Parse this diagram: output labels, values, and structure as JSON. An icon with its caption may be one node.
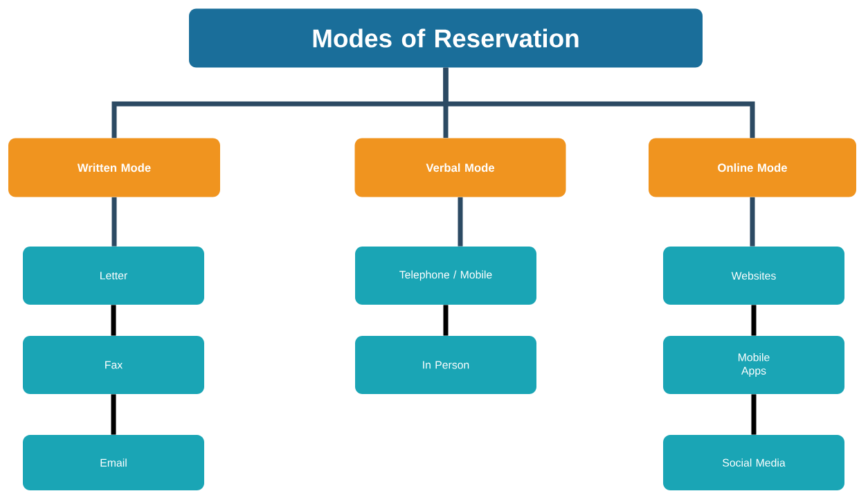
{
  "diagram": {
    "nodes": [
      {
        "text": [
          "Modes of Reservation"
        ]
      },
      {
        "text": [
          "Written Mode"
        ]
      },
      {
        "text": [
          "Verbal Mode"
        ]
      },
      {
        "text": [
          "Online Mode"
        ]
      },
      {
        "text": [
          "Letter"
        ]
      },
      {
        "text": [
          "Fax"
        ]
      },
      {
        "text": [
          "Email"
        ]
      },
      {
        "text": [
          "Telephone / Mobile"
        ]
      },
      {
        "text": [
          "In Person"
        ]
      },
      {
        "text": [
          "Websites"
        ]
      },
      {
        "text": [
          "Mobile Apps"
        ]
      },
      {
        "text": [
          "Social Media"
        ]
      }
    ],
    "edges": [
      {
        "from": 0,
        "to": 1,
        "arrow": "none"
      },
      {
        "from": 0,
        "to": 2,
        "arrow": "none"
      },
      {
        "from": 0,
        "to": 3,
        "arrow": "none"
      },
      {
        "from": 1,
        "to": 4,
        "arrow": "none"
      },
      {
        "from": 2,
        "to": 7,
        "arrow": "none"
      },
      {
        "from": 3,
        "to": 9,
        "arrow": "none"
      },
      {
        "from": 4,
        "to": 5,
        "arrow": "none",
        "color": "#000000"
      },
      {
        "from": 5,
        "to": 6,
        "arrow": "none",
        "color": "#000000"
      },
      {
        "from": 7,
        "to": 8,
        "arrow": "none",
        "color": "#000000"
      },
      {
        "from": 9,
        "to": 10,
        "arrow": "none",
        "color": "#000000"
      },
      {
        "from": 10,
        "to": 11,
        "arrow": "none",
        "color": "#000000"
      }
    ]
  }
}
